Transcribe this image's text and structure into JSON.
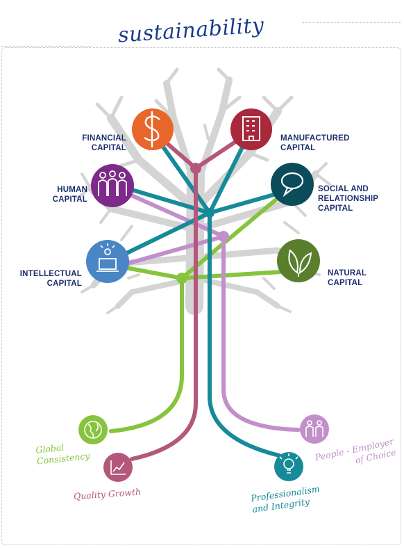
{
  "title": "sustainability",
  "colors": {
    "financial": "#e8662a",
    "manufactured": "#a8283c",
    "human": "#7d2a8a",
    "social": "#0b4c5a",
    "intellectual": "#4a86c5",
    "natural": "#5a7f2c",
    "green_line": "#86c43d",
    "rose_line": "#b3587a",
    "teal_line": "#178a99",
    "lilac_line": "#c28fcb",
    "tree": "#d4d4d4"
  },
  "capitals": {
    "financial": "FINANCIAL\nCAPITAL",
    "manufactured": "MANUFACTURED\nCAPITAL",
    "human": "HUMAN\nCAPITAL",
    "social": "SOCIAL AND\nRELATIONSHIP\nCAPITAL",
    "intellectual": "INTELLECTUAL\nCAPITAL",
    "natural": "NATURAL\nCAPITAL"
  },
  "outcomes": {
    "global": "Global\nConsistency",
    "quality": "Quality Growth",
    "professionalism": "Professionalism\nand Integrity",
    "people": "People - Employer\nof Choice"
  },
  "icons": {
    "financial": "dollar-icon",
    "manufactured": "building-icon",
    "human": "people-icon",
    "social": "speech-bubble-icon",
    "intellectual": "idea-laptop-icon",
    "natural": "leaves-icon",
    "global": "globe-icon",
    "quality": "growth-chart-icon",
    "professionalism": "lightbulb-icon",
    "people": "two-people-icon"
  }
}
